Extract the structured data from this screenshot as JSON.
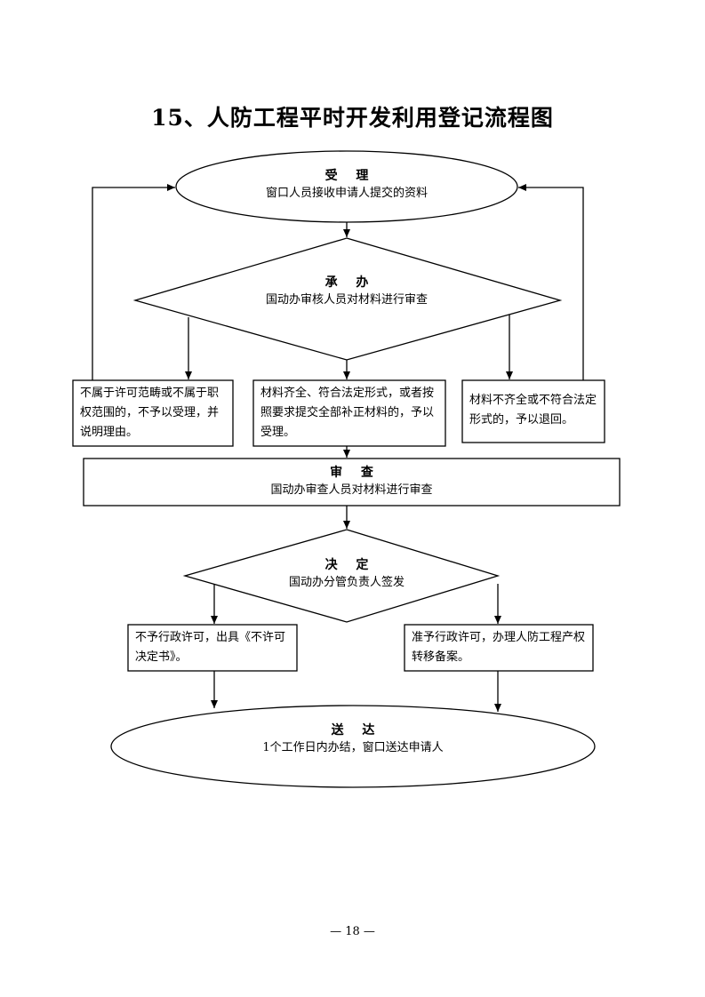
{
  "page": {
    "title": "15、人防工程平时开发利用登记流程图",
    "page_number": "— 18 —"
  },
  "flow": {
    "accept": {
      "heading": "受 理",
      "text": "窗口人员接收申请人提交的资料"
    },
    "handle": {
      "heading": "承 办",
      "text": "国动办审核人员对材料进行审查"
    },
    "reject_scope": {
      "text": "不属于许可范畴或不属于职权范围的，不予以受理，并说明理由。"
    },
    "accept_complete": {
      "text": "材料齐全、符合法定形式，或者按照要求提交全部补正材料的，予以受理。"
    },
    "return_incomplete": {
      "text": "材料不齐全或不符合法定形式的，予以退回。"
    },
    "review": {
      "heading": "审 查",
      "text": "国动办审查人员对材料进行审查"
    },
    "decide": {
      "heading": "决 定",
      "text": "国动办分管负责人签发"
    },
    "deny": {
      "text": "不予行政许可，出具《不许可决定书》。"
    },
    "approve": {
      "text": "准予行政许可，办理人防工程产权转移备案。"
    },
    "deliver": {
      "heading": "送 达",
      "text": "1个工作日内办结，窗口送达申请人"
    }
  }
}
